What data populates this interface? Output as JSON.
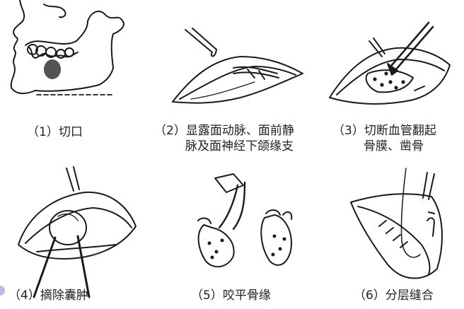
{
  "panels": [
    {
      "id": "p1",
      "lines": [
        "（1）切口"
      ]
    },
    {
      "id": "p2",
      "lines": [
        "（2）显露面动脉、面前静",
        "脉及面神经下颌缘支"
      ]
    },
    {
      "id": "p3",
      "lines": [
        "（3）切断血管翻起",
        "骨膜、凿骨"
      ]
    },
    {
      "id": "p4",
      "lines": [
        "（4）摘除囊肿"
      ]
    },
    {
      "id": "p5",
      "lines": [
        "（5）咬平骨缘"
      ]
    },
    {
      "id": "p6",
      "lines": [
        "（6）分层缝合"
      ]
    }
  ],
  "colors": {
    "ink": "#1a1a1a",
    "accent": "#c9b6e8"
  }
}
